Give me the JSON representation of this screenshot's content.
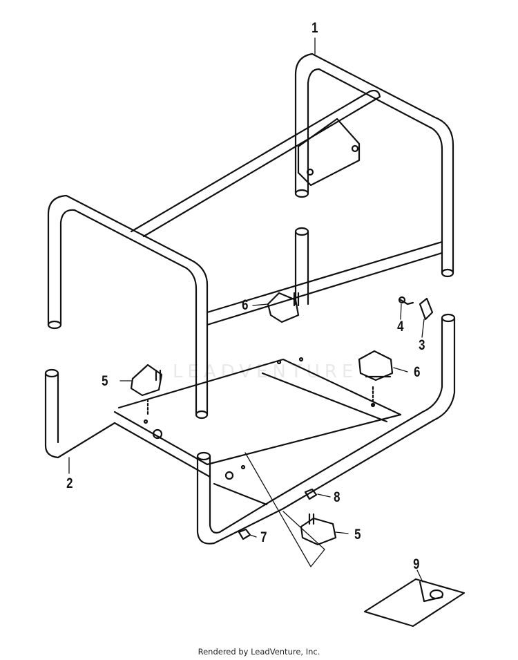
{
  "diagram": {
    "callouts": {
      "c1": "1",
      "c2": "2",
      "c3": "3",
      "c4": "4",
      "c5a": "5",
      "c5b": "5",
      "c6a": "6",
      "c6b": "6",
      "c7": "7",
      "c8": "8",
      "c9": "9"
    },
    "watermark": "LEADVENTURE",
    "credit": "Rendered by LeadVenture, Inc."
  }
}
